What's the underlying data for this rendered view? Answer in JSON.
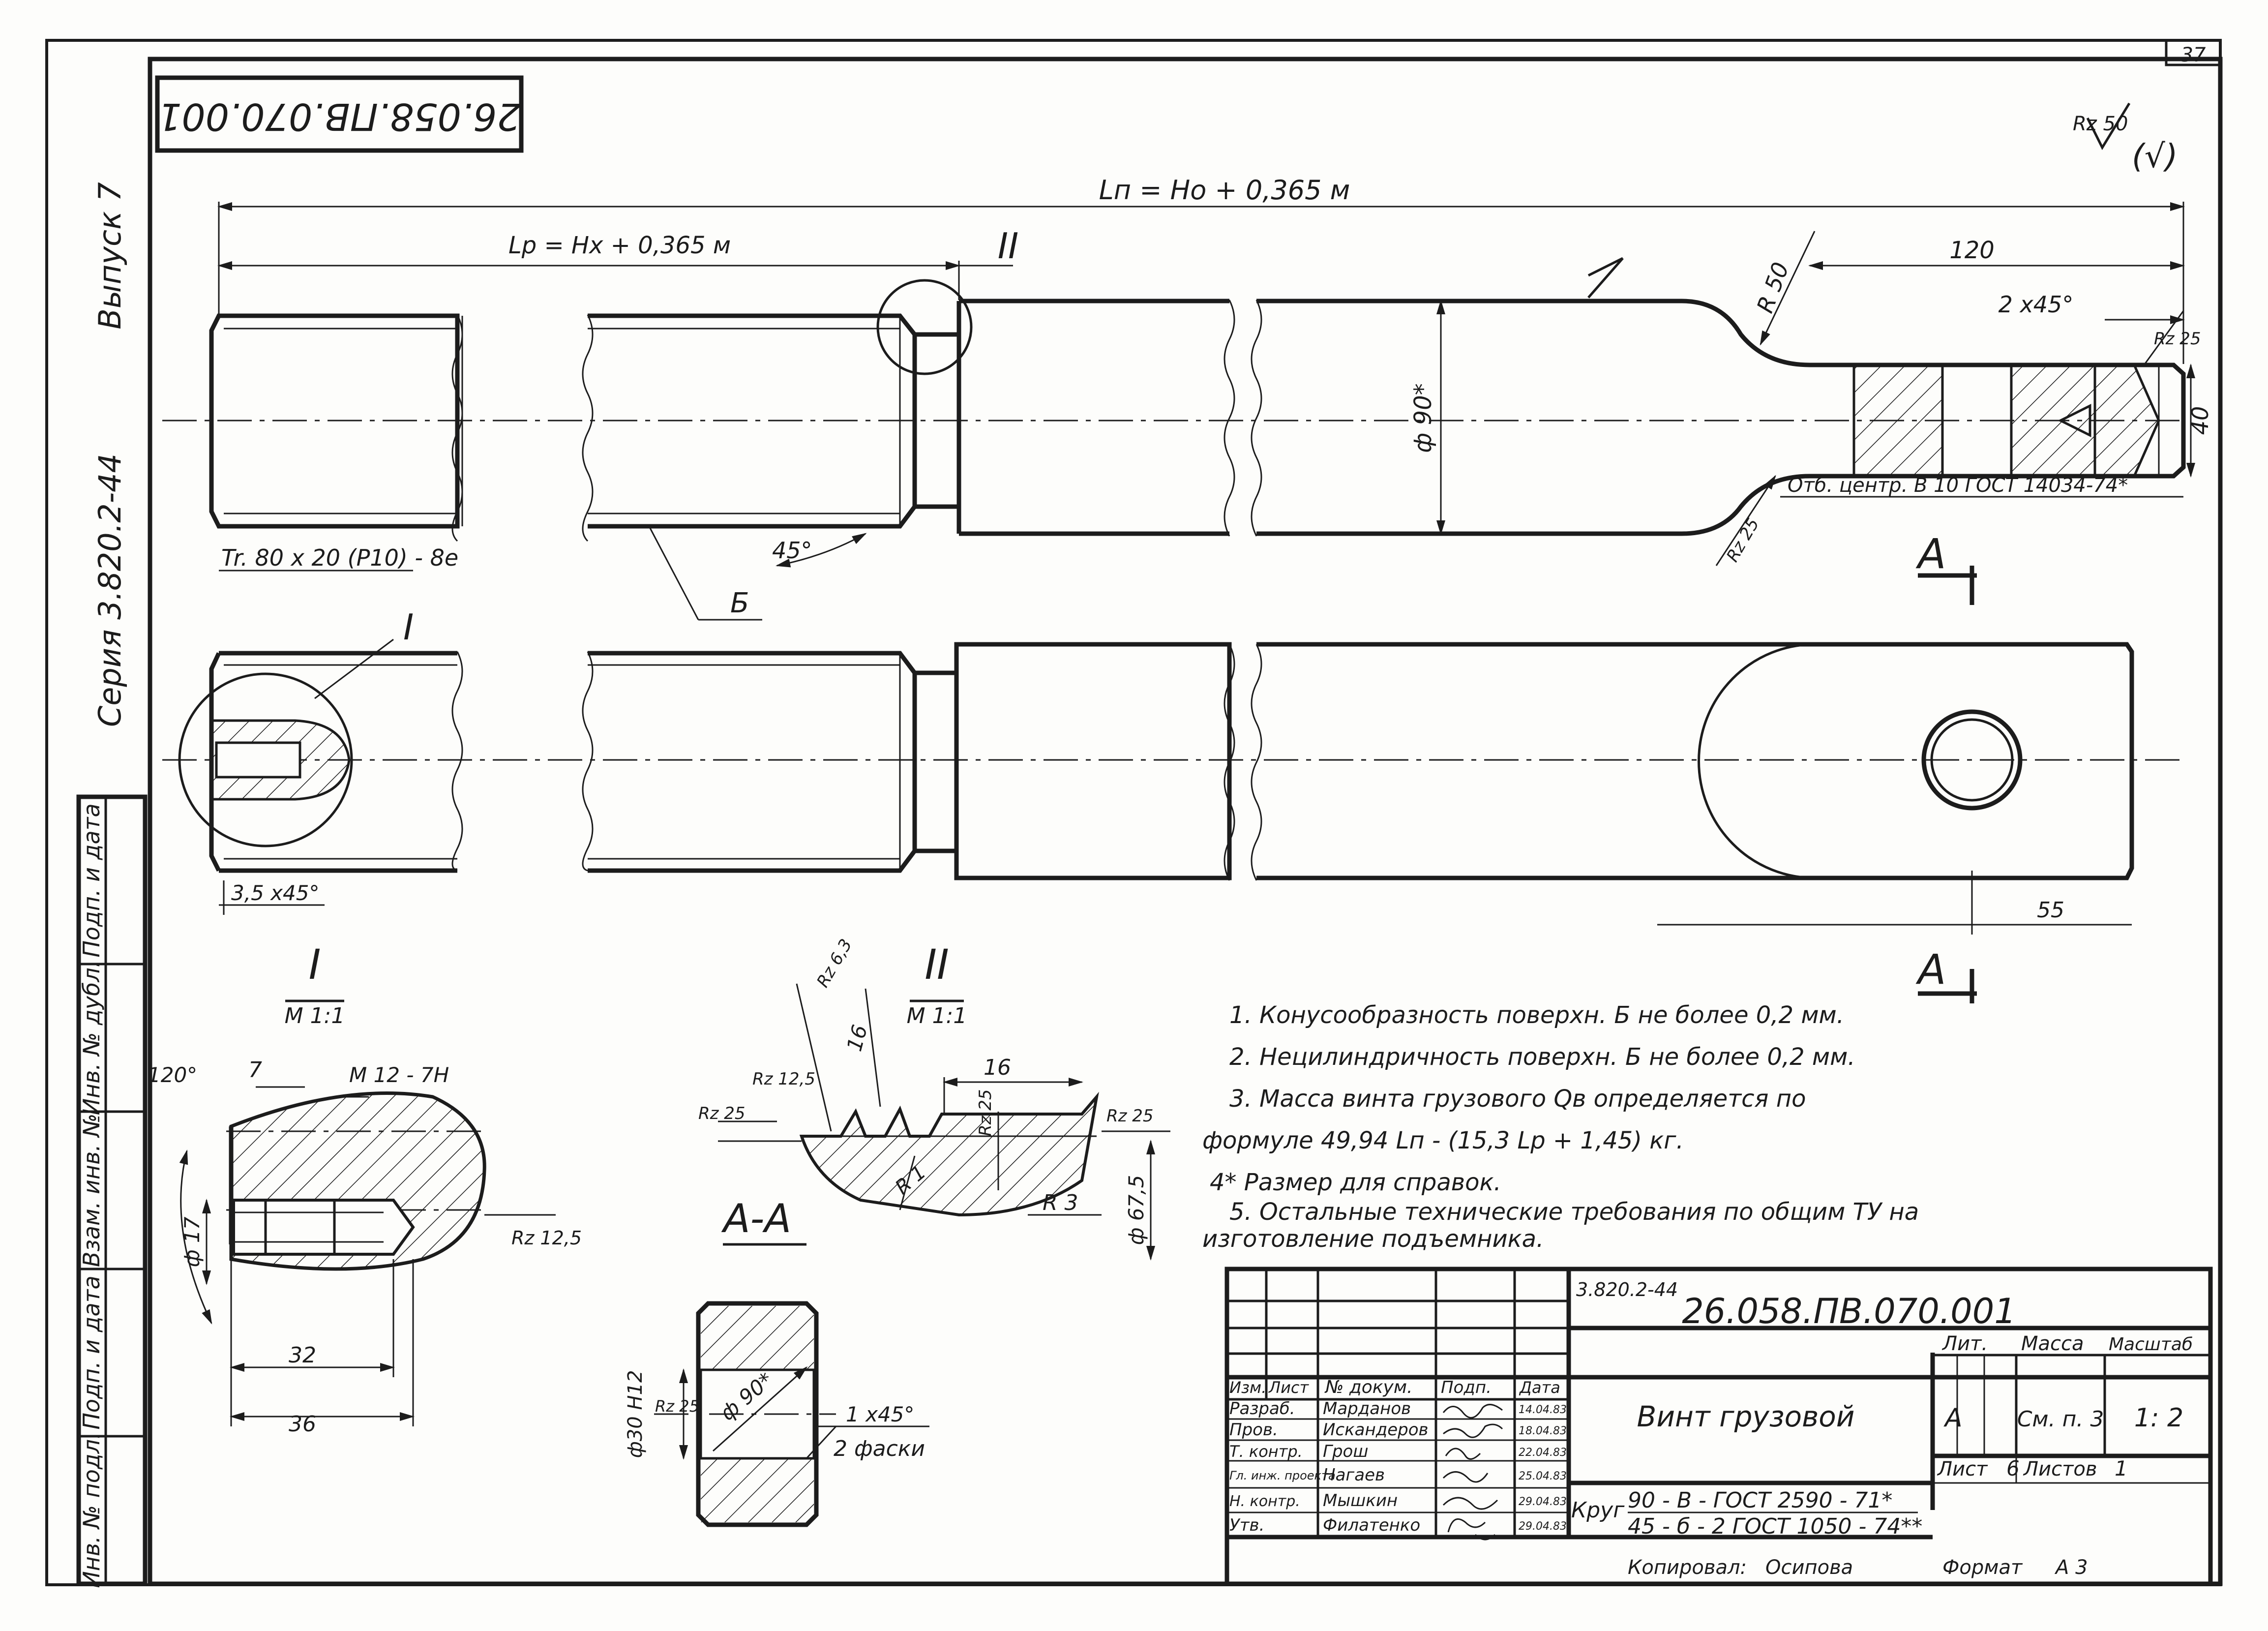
{
  "sheet": {
    "sheet_no": "37",
    "series_label": "Серия 3.820.2-44",
    "issue_label": "Выпуск 7",
    "stamp_number_rotated": "26.058.ПВ.070.001",
    "roughness_general": "Rz 50",
    "roughness_other": "(√)"
  },
  "left_margin": {
    "labels": [
      "Подп. и дата",
      "Инв. № дубл.",
      "Взам. инв. №",
      "Подп. и дата",
      "Инв. № подл."
    ]
  },
  "main_view": {
    "ln_dim": "Lп = Hо + 0,365 м",
    "lp_dim": "Lр = Hх + 0,365 м",
    "detail_ii_tag": "II",
    "dia_90": "ф 90*",
    "r50": "R 50",
    "dim_120": "120",
    "chamfer_2x45": "2 х45°",
    "rz25_right": "Rz 25",
    "dim_40": "40",
    "center_hole_note": "Отб. центр. В 10 ГОСТ 14034-74*",
    "rz25_lower": "Rz 25",
    "thread_label": "Tr. 80 х 20 (Р10) - 8e",
    "angle_45": "45°",
    "surface_b": "Б",
    "section_mark": "А"
  },
  "lower_view": {
    "detail_i_tag": "I",
    "chamfer_35": "3,5 х45°",
    "dim_55": "55",
    "section_mark": "А"
  },
  "detail_i": {
    "title": "I",
    "scale": "М 1:1",
    "angle_120": "120°",
    "dim_7": "7",
    "thread": "М 12 - 7Н",
    "dia_17": "ф 17",
    "rz125": "Rz 12,5",
    "dim_32": "32",
    "dim_36": "36"
  },
  "detail_ii": {
    "title": "II",
    "scale": "М 1:1",
    "rz_top": "Rz 6,3",
    "dim_16a": "16",
    "dim_16b": "16",
    "rz125": "Rz 12,5",
    "rz25_left": "Rz 25",
    "rz25_mid": "Rz 25",
    "rz25_right": "Rz 25",
    "r1": "R 1",
    "r3": "R 3",
    "dia_675": "ф 67,5"
  },
  "section_aa": {
    "title": "А-А",
    "dia_30": "ф30 Н12",
    "rz25": "Rz 25",
    "dia_90": "ф 90*",
    "chamfer": "1 х45°",
    "chamfer_count": "2 фаски"
  },
  "notes": [
    "1.  Конусообразность поверхн. Б  не более  0,2 мм.",
    "2.  Нецилиндричность  поверхн. Б  не более   0,2 мм.",
    "3.  Масса  винта  грузового  Qв  определяется  по",
    "формуле   49,94 Lп - (15,3 Lр + 1,45)  кг.",
    "4*  Размер  для   справок.",
    "5.  Остальные  технические  требования  по общим ТУ на",
    "изготовление   подъемника."
  ],
  "title_block": {
    "series_code": "3.820.2-44",
    "doc_number": "26.058.ПВ.070.001",
    "part_name": "Винт  грузовой",
    "col_headers": [
      "Изм.",
      "Лист",
      "№ докум.",
      "Подп.",
      "Дата"
    ],
    "rows": [
      {
        "role": "Разраб.",
        "name": "Марданов",
        "date": "14.04.83"
      },
      {
        "role": "Пров.",
        "name": "Искандеров",
        "date": "18.04.83"
      },
      {
        "role": "Т. контр.",
        "name": "Грош",
        "date": "22.04.83"
      },
      {
        "role": "Гл. инж. проекта",
        "name": "Нагаев",
        "date": "25.04.83"
      },
      {
        "role": "Н. контр.",
        "name": "Мышкин",
        "date": "29.04.83"
      },
      {
        "role": "Утв.",
        "name": "Филатенко",
        "date": "29.04.83"
      }
    ],
    "lit_label": "Лит.",
    "mass_label": "Масса",
    "scale_label": "Масштаб",
    "lit_value": "А",
    "mass_value": "См. п. 3",
    "scale_value": "1: 2",
    "sheet_label": "Лист",
    "sheets_label": "Листов",
    "sheet_value": "6",
    "sheets_value": "1",
    "material_prefix": "Круг",
    "material_line1": "90 - В - ГОСТ 2590 - 71*",
    "material_line2": "45 - б - 2  ГОСТ 1050 - 74**",
    "copied_by_label": "Копировал:",
    "copied_by": "Осипова",
    "format_label": "Формат",
    "format_value": "А 3"
  }
}
